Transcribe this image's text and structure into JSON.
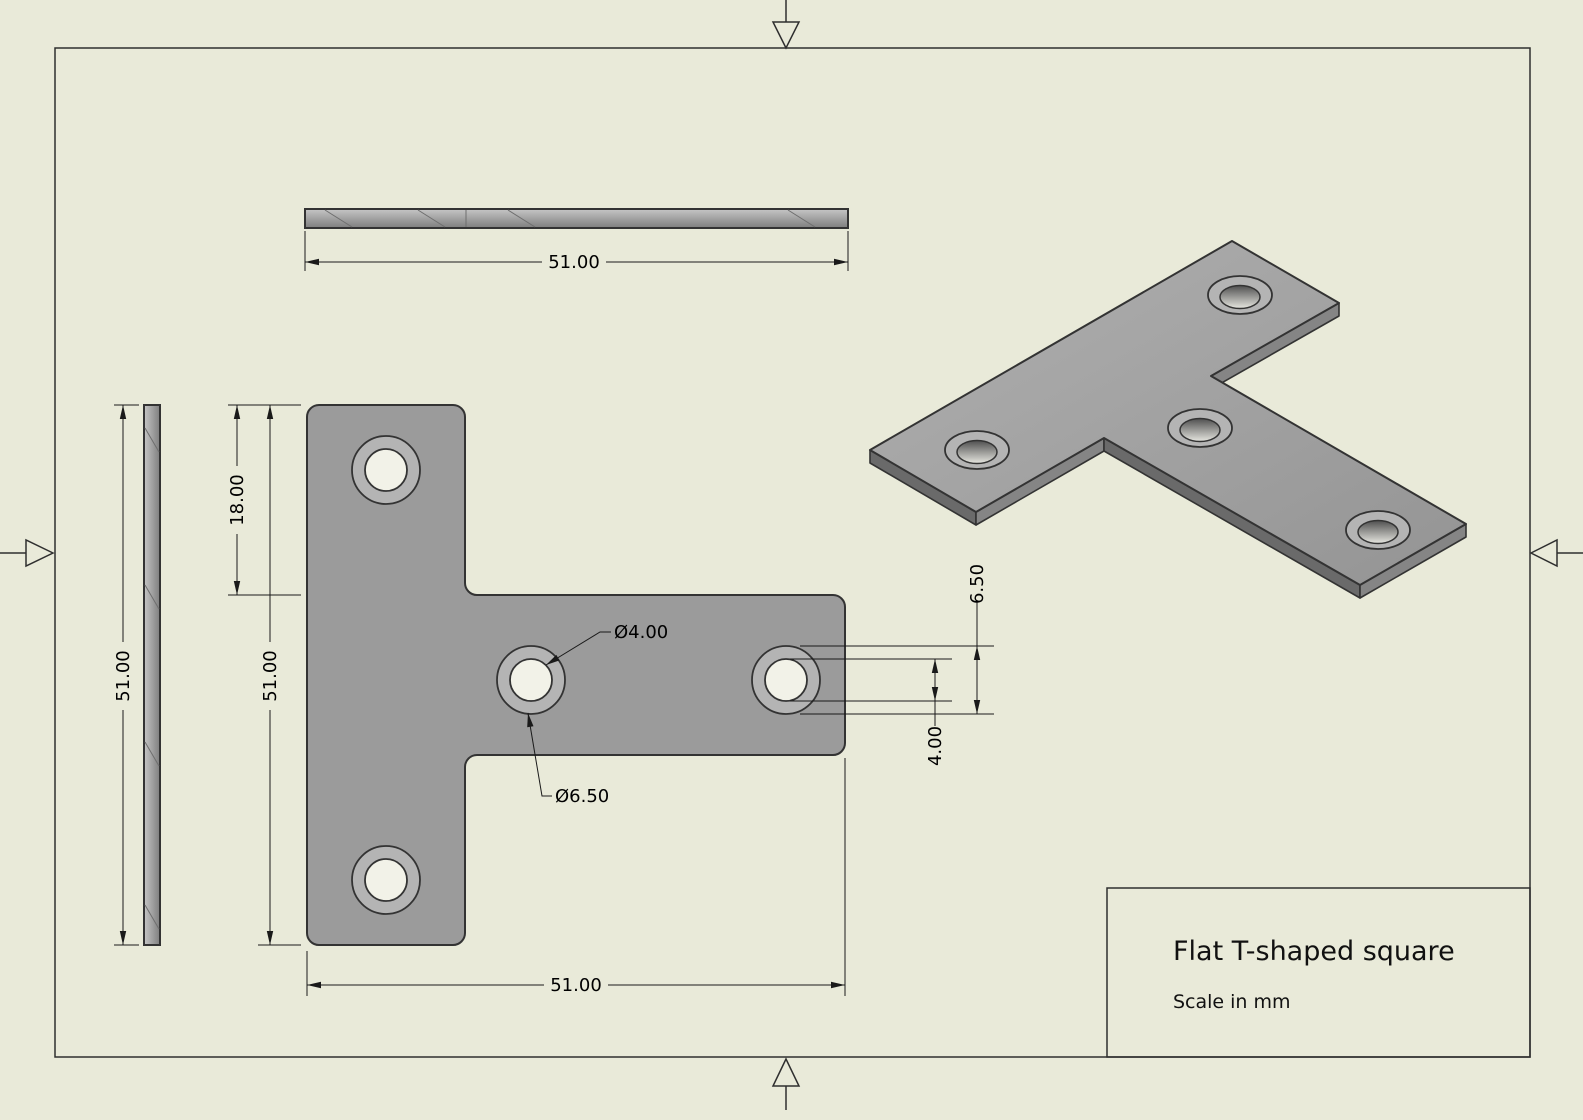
{
  "colors": {
    "background": "#e9ead9",
    "plate_fill": "#9b9b9b",
    "hole_ring_fill": "#b4b4b4",
    "edge_line": "#333333",
    "dimension_line": "#1a1a1a"
  },
  "drawing": {
    "title": "Flat T-shaped square",
    "scale_note": "Scale in mm"
  },
  "dimensions": {
    "top_view_width": "51.00",
    "side_view_height": "51.00",
    "front_bar_length": "18.00",
    "front_height": "51.00",
    "front_width": "51.00",
    "hole_inner_diameter": "Ø4.00",
    "hole_outer_diameter": "Ø6.50",
    "right_hole_outer": "6.50",
    "right_hole_inner": "4.00"
  }
}
